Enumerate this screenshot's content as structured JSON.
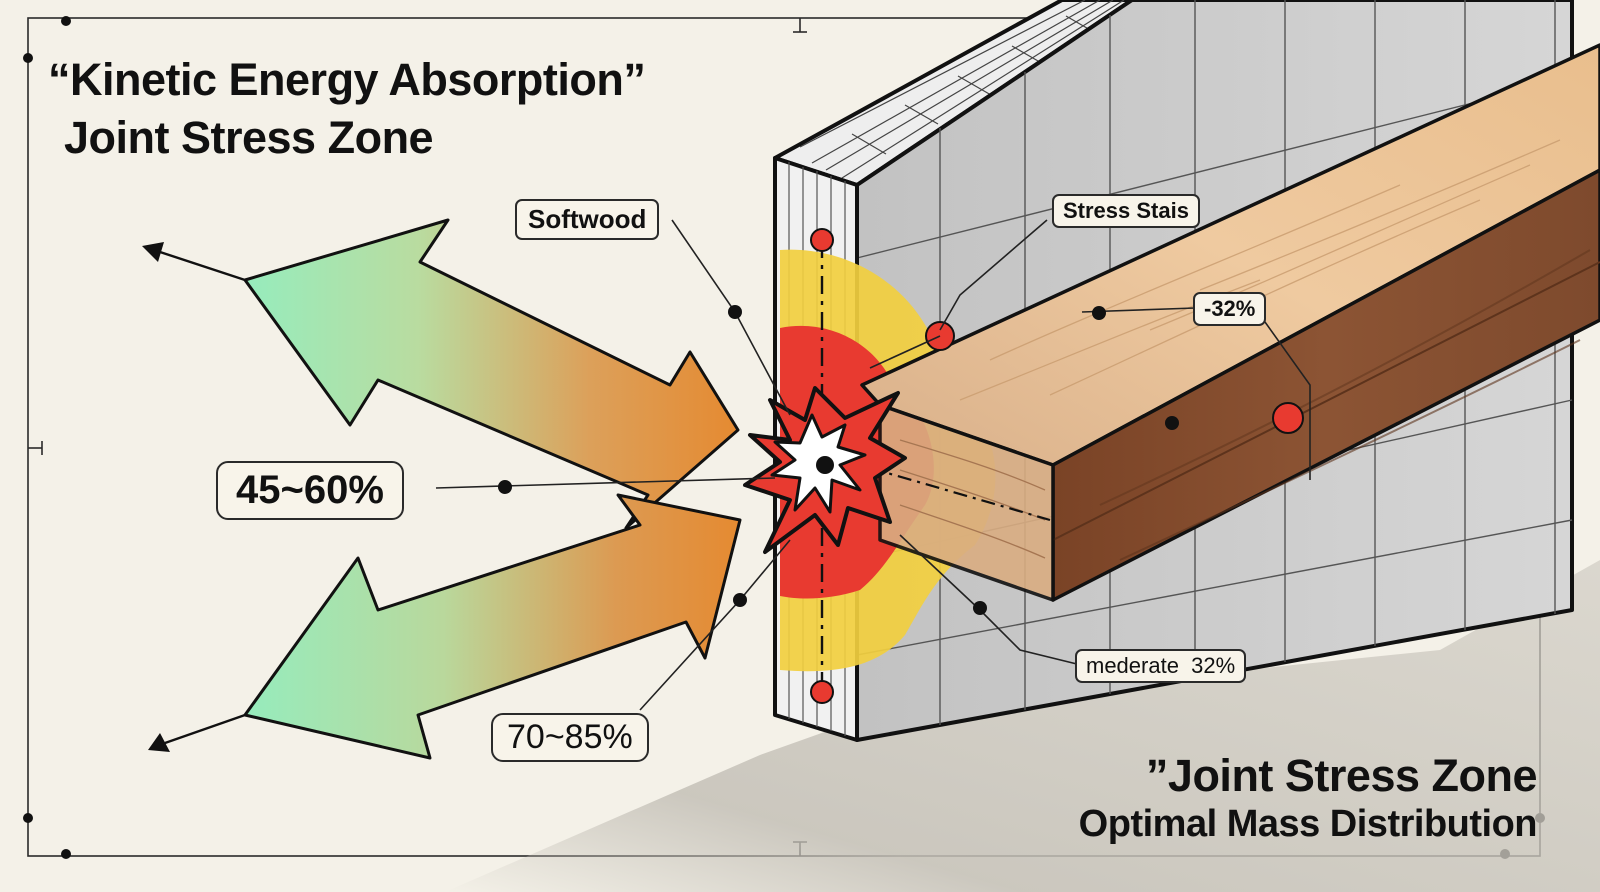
{
  "title_top": {
    "line1": "“Kinetic Energy Absorption”",
    "line2": "Joint Stress Zone"
  },
  "title_bottom": {
    "line1": "”Joint Stress Zone",
    "line2": "Optimal Mass Distribution"
  },
  "callouts": {
    "softwood": "Softwood",
    "stress_stais": "Stress Stais",
    "minus_32": "-32%",
    "range_45_60": "45~60%",
    "range_70_85": "70~85%",
    "moderate_32": "mederate  32%"
  },
  "colors": {
    "background": "#f4f1e8",
    "arrow_start": "#96ecbd",
    "arrow_end": "#e58a31",
    "stress_high": "#e83a30",
    "stress_mid": "#f2cf3f",
    "wood_top": "#ecc597",
    "wood_side": "#8c5434",
    "wall": "#c8c8c8"
  }
}
